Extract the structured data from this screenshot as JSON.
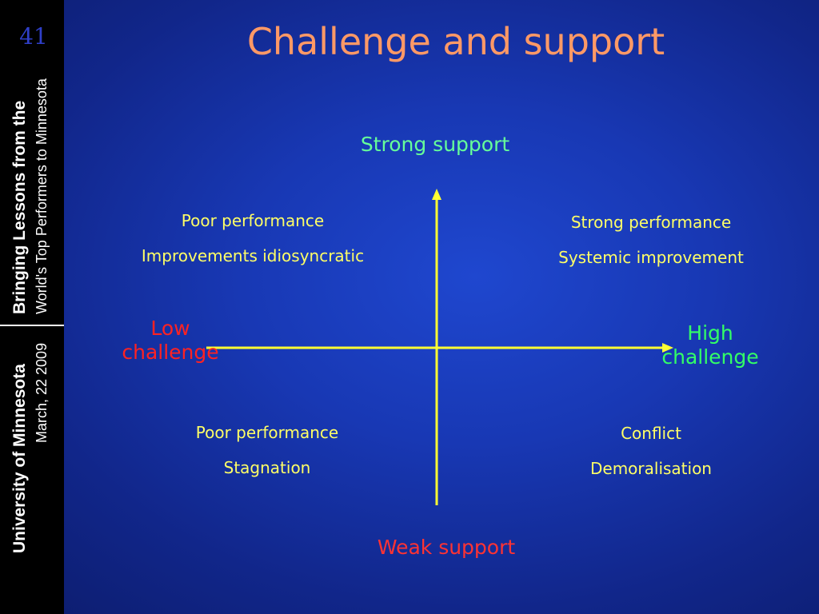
{
  "sidebar": {
    "slide_number": "41",
    "line1": "Bringing Lessons from the",
    "line2": "World's Top Performers to Minnesota",
    "line3": "University of Minnesota",
    "line4": "March, 22 2009"
  },
  "title": "Challenge and support",
  "axes": {
    "top": "Strong support",
    "bottom": "Weak support",
    "left": "Low challenge",
    "right": "High challenge"
  },
  "quadrants": {
    "top_left": {
      "line1": "Poor performance",
      "line2": "Improvements idiosyncratic"
    },
    "top_right": {
      "line1": "Strong performance",
      "line2": "Systemic improvement"
    },
    "bottom_left": {
      "line1": "Poor performance",
      "line2": "Stagnation"
    },
    "bottom_right": {
      "line1": "Conflict",
      "line2": "Demoralisation"
    }
  },
  "colors": {
    "title": "#ff9966",
    "axis_lines": "#ffff33",
    "quadrant_text": "#ffff66",
    "strong_support": "#66ff99",
    "weak_support": "#ff3333",
    "low_challenge": "#ff2222",
    "high_challenge": "#33ff66"
  }
}
